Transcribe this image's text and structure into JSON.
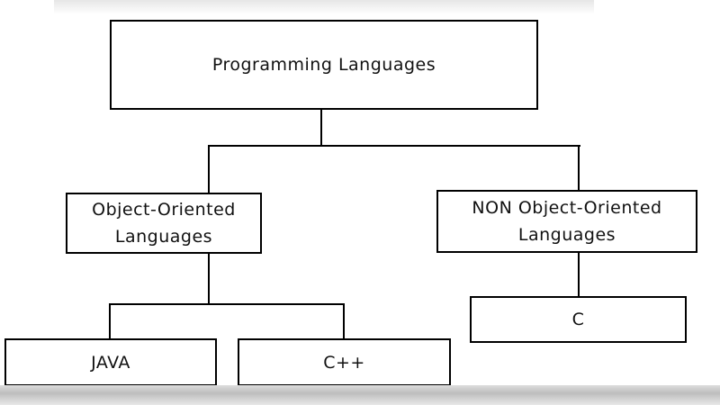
{
  "diagram": {
    "root": {
      "label": "Programming Languages"
    },
    "branches": [
      {
        "label_line1": "Object-Oriented",
        "label_line2": "Languages",
        "children": [
          "JAVA",
          "C++"
        ]
      },
      {
        "label_line1": "NON Object-Oriented",
        "label_line2": "Languages",
        "children": [
          "C"
        ]
      }
    ]
  }
}
